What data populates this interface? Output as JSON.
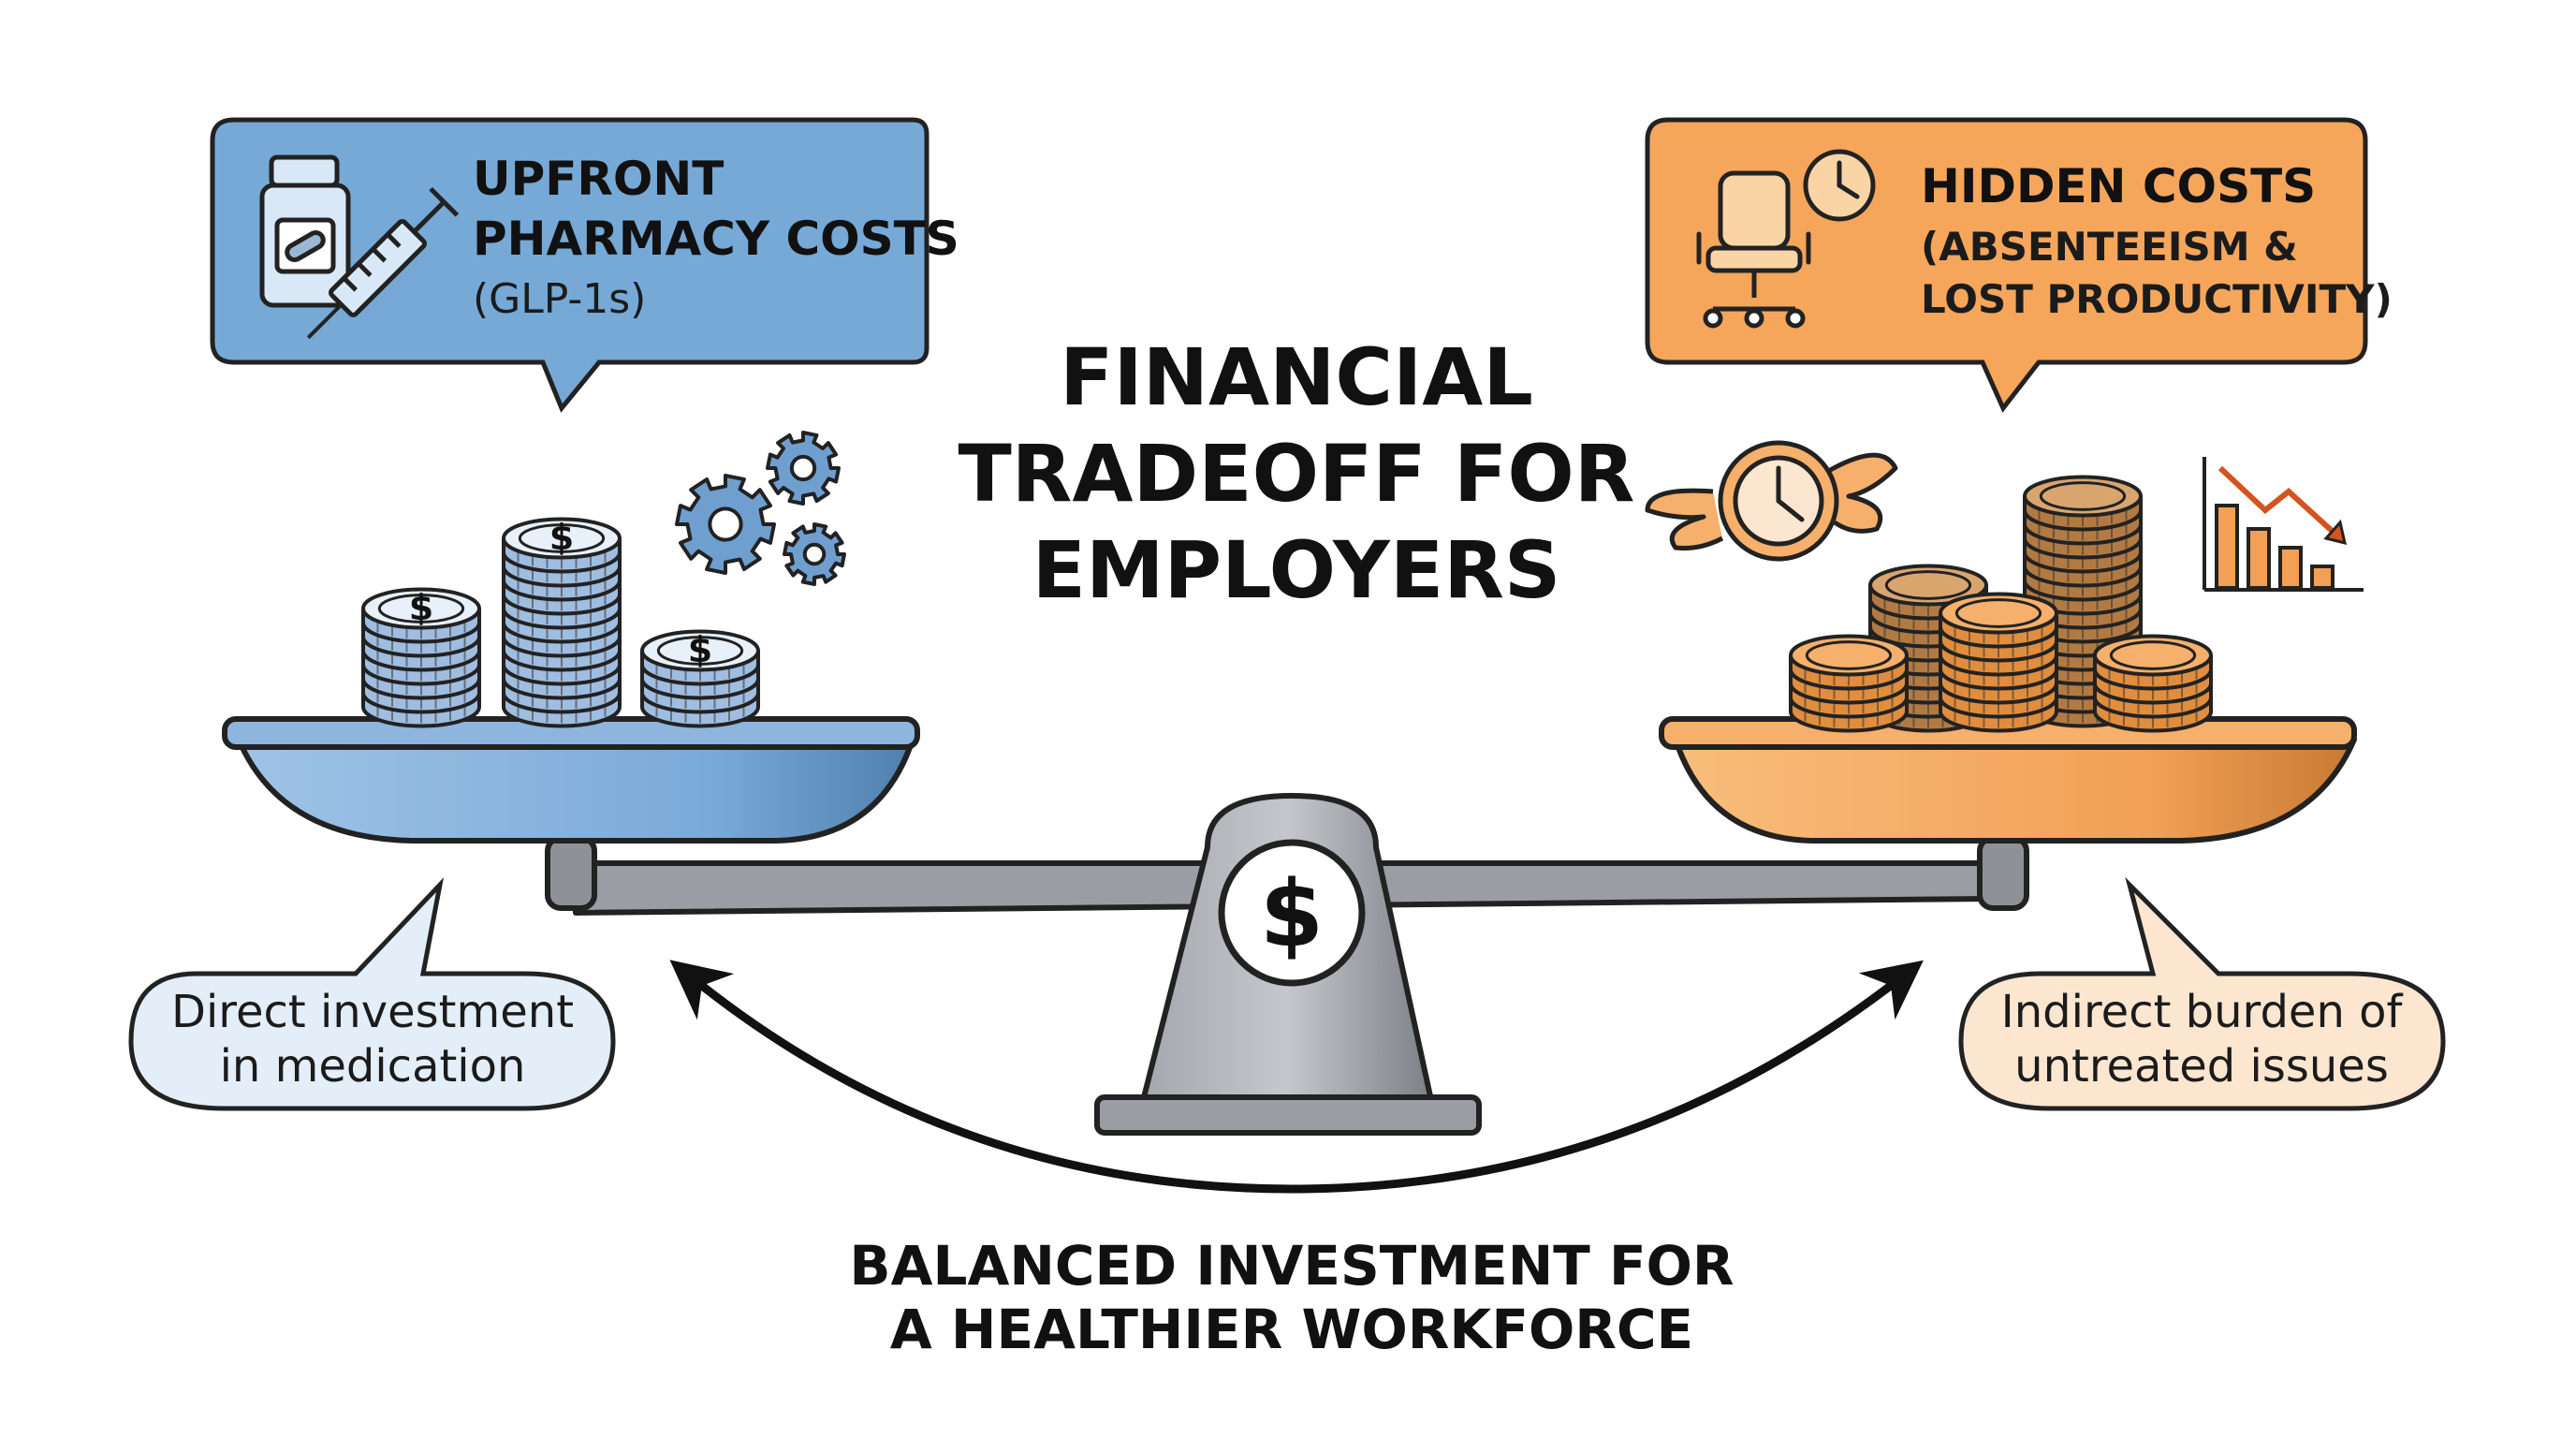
{
  "title": {
    "line1": "FINANCIAL",
    "line2": "TRADEOFF FOR",
    "line3": "EMPLOYERS"
  },
  "left_card": {
    "line1": "UPFRONT",
    "line2": "PHARMACY COSTS",
    "line3": "(GLP-1s)",
    "color": "#76a9d6"
  },
  "right_card": {
    "line1": "HIDDEN COSTS",
    "line2": "(ABSENTEEISM &",
    "line3": "LOST PRODUCTIVITY)",
    "color": "#f5a65b"
  },
  "left_bubble": {
    "line1": "Direct investment",
    "line2": "in medication",
    "color": "#e3eef8"
  },
  "right_bubble": {
    "line1": "Indirect burden of",
    "line2": "untreated issues",
    "color": "#fde6d0"
  },
  "scale_symbol": "$",
  "coin_symbol": "$",
  "caption": {
    "line1": "BALANCED INVESTMENT FOR",
    "line2": "A HEALTHIER WORKFORCE"
  },
  "icons": [
    "medicine-bottle-icon",
    "syringe-icon",
    "gear-icon",
    "office-chair-icon",
    "clock-icon",
    "winged-clock-icon",
    "declining-bar-chart-icon"
  ]
}
